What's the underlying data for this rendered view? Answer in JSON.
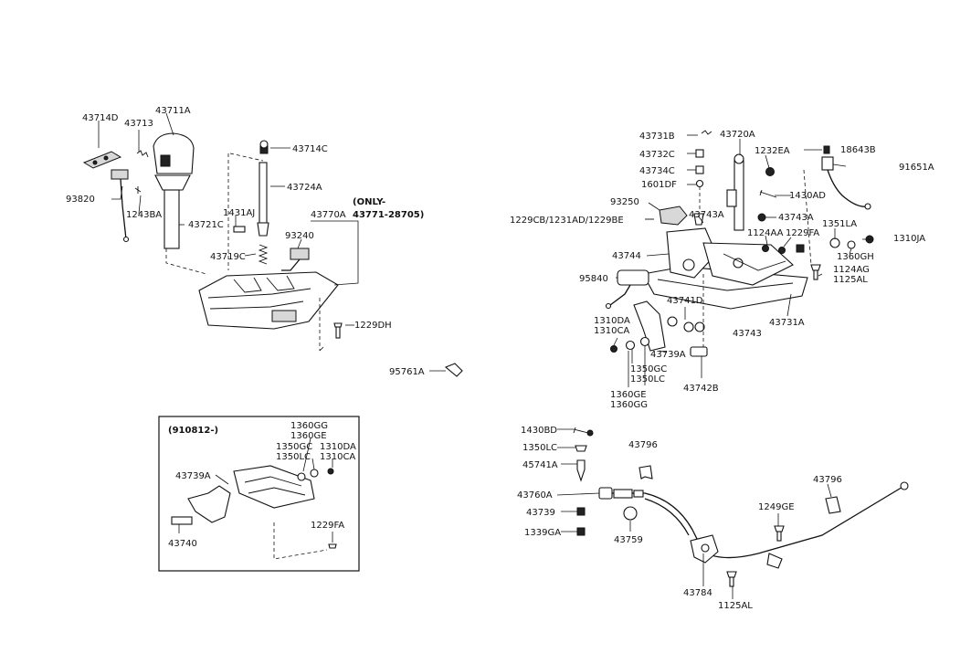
{
  "labels": {
    "p43714D": "43714D",
    "p43713": "43713",
    "p43711A": "43711A",
    "p93820": "93820",
    "p1243BA": "1243BA",
    "p43721C": "43721C",
    "p1431AJ": "1431AJ",
    "p43719C": "43719C",
    "p43714C": "43714C",
    "p43724A": "43724A",
    "p43770A": "43770A",
    "p93240": "93240",
    "only_line1": "(ONLY-",
    "only_line2": "43771-28705)",
    "p1229DH": "1229DH",
    "p95761A": "95761A",
    "p43731B": "43731B",
    "p43732C": "43732C",
    "p43734C": "43734C",
    "p1601DF": "1601DF",
    "p43720A": "43720A",
    "p1232EA": "1232EA",
    "p18643B": "18643B",
    "p91651A": "91651A",
    "p93250": "93250",
    "p1430AD": "1430AD",
    "p1229CB_group": "1229CB/1231AD/1229BE",
    "p43743A_a": "43743A",
    "p43743A_b": "43743A",
    "p1351LA": "1351LA",
    "p1310JA": "1310JA",
    "p1124AA": "1124AA",
    "p1229FA": "1229FA",
    "p1360GH": "1360GH",
    "p43744": "43744",
    "p1124AG": "1124AG",
    "p1125AL_a": "1125AL",
    "p95840": "95840",
    "p43741D": "43741D",
    "p43731A": "43731A",
    "p1310DA": "1310DA",
    "p1310CA": "1310CA",
    "p43743": "43743",
    "p43739A": "43739A",
    "p1350GC": "1350GC",
    "p1350LC": "1350LC",
    "p1360GE": "1360GE",
    "p1360GG": "1360GG",
    "p43742B": "43742B",
    "p1430BD": "1430BD",
    "p1350LC_b": "1350LC",
    "p43796_a": "43796",
    "p45741A": "45741A",
    "p43796_b": "43796",
    "p43760A": "43760A",
    "p43739": "43739",
    "p1339GA": "1339GA",
    "p43759": "43759",
    "p1249GE": "1249GE",
    "p43784": "43784",
    "p1125AL_b": "1125AL"
  },
  "inset": {
    "date": "(910812-)",
    "p1360GG": "1360GG",
    "p1360GE": "1360GE",
    "p1350GC": "1350GC",
    "p1350LC": "1350LC",
    "p1310DA": "1310DA",
    "p1310CA": "1310CA",
    "p43739A": "43739A",
    "p43740": "43740",
    "p1229FA": "1229FA"
  }
}
